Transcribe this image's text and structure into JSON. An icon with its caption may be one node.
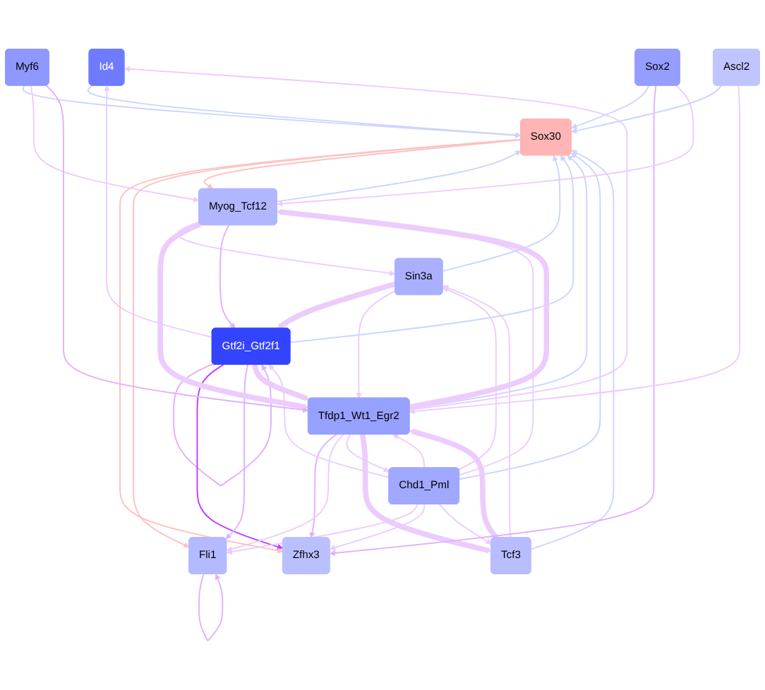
{
  "diagram": {
    "nodes": [
      {
        "text": [
          "Id4"
        ]
      },
      {
        "text": [
          "Gtf2i_Gtf2f1"
        ]
      },
      {
        "text": [
          "Tfdp1_Wt1_Egr2"
        ]
      },
      {
        "text": [
          "Zfhx3"
        ]
      },
      {
        "text": [
          "Chd1_Pml"
        ]
      },
      {
        "text": [
          "Fli1"
        ]
      },
      {
        "text": [
          "Sox30"
        ]
      },
      {
        "text": [
          "Sin3a"
        ]
      },
      {
        "text": [
          "Ascl2"
        ]
      },
      {
        "text": [
          "Myog_Tcf12"
        ]
      },
      {
        "text": [
          "Sox2"
        ]
      },
      {
        "text": [
          "Tcf3"
        ]
      },
      {
        "text": [
          "Myf6"
        ]
      }
    ],
    "edges": [
      {
        "from": 1,
        "to": 0,
        "arrow": "to"
      },
      {
        "from": 1,
        "to": 1,
        "arrow": "to",
        "color": "#e0b0ff"
      },
      {
        "from": 1,
        "to": 3,
        "arrow": "to",
        "color": "#c43cff"
      },
      {
        "from": 1,
        "to": 5,
        "arrow": "to",
        "color": "#e0b0ff"
      },
      {
        "from": 1,
        "to": 6,
        "arrow": "to",
        "color": "#ccd4ff"
      },
      {
        "from": 1,
        "to": 2,
        "arrow": "to",
        "style": "thick"
      },
      {
        "from": 2,
        "to": 0,
        "arrow": "to"
      },
      {
        "from": 2,
        "to": 3,
        "arrow": "to",
        "color": "#e0b0ff"
      },
      {
        "from": 2,
        "to": 5,
        "arrow": "to"
      },
      {
        "from": 2,
        "to": 6,
        "arrow": "to",
        "color": "#ccd4ff"
      },
      {
        "from": 2,
        "to": 4,
        "arrow": "to"
      },
      {
        "from": 2,
        "to": 9,
        "arrow": "to",
        "style": "thick"
      },
      {
        "from": 2,
        "to": 11,
        "arrow": "to",
        "style": "thick"
      },
      {
        "from": 0,
        "to": 6,
        "arrow": "to",
        "color": "#ccd4ff"
      },
      {
        "from": 4,
        "to": 6,
        "arrow": "to",
        "color": "#ccd4ff"
      },
      {
        "from": 4,
        "to": 5,
        "arrow": "to"
      },
      {
        "from": 4,
        "to": 3,
        "arrow": "to"
      },
      {
        "from": 4,
        "to": 2,
        "arrow": "to"
      },
      {
        "from": 4,
        "to": 1,
        "arrow": "to"
      },
      {
        "from": 4,
        "to": 7,
        "arrow": "to"
      },
      {
        "from": 4,
        "to": 9,
        "arrow": "to"
      },
      {
        "from": 4,
        "to": 11,
        "arrow": "to"
      },
      {
        "from": 7,
        "to": 6,
        "arrow": "to",
        "color": "#ccd4ff"
      },
      {
        "from": 7,
        "to": 1,
        "arrow": "to",
        "style": "thick"
      },
      {
        "from": 7,
        "to": 2,
        "arrow": "to"
      },
      {
        "from": 6,
        "to": 3,
        "arrow": "to",
        "color": "#ffc0c0"
      },
      {
        "from": 6,
        "to": 5,
        "arrow": "to",
        "color": "#ffc0c0"
      },
      {
        "from": 6,
        "to": 9,
        "arrow": "to",
        "color": "#ffc0c0"
      },
      {
        "from": 9,
        "to": 6,
        "arrow": "to",
        "color": "#ccd4ff"
      },
      {
        "from": 9,
        "to": 7,
        "arrow": "to"
      },
      {
        "from": 9,
        "to": 2,
        "arrow": "to",
        "style": "thick"
      },
      {
        "from": 9,
        "to": 1,
        "arrow": "to",
        "color": "#e0b0ff"
      },
      {
        "from": 11,
        "to": 6,
        "arrow": "to",
        "color": "#ccd4ff"
      },
      {
        "from": 11,
        "to": 2,
        "arrow": "to",
        "style": "thick"
      },
      {
        "from": 11,
        "to": 7,
        "arrow": "to"
      },
      {
        "from": 12,
        "to": 6,
        "arrow": "to",
        "color": "#ccd4ff"
      },
      {
        "from": 12,
        "to": 9,
        "arrow": "to"
      },
      {
        "from": 12,
        "to": 2,
        "arrow": "to",
        "color": "#e0b0ff"
      },
      {
        "from": 10,
        "to": 6,
        "arrow": "to",
        "color": "#ccd4ff"
      },
      {
        "from": 10,
        "to": 3,
        "arrow": "to",
        "color": "#e0b0ff"
      },
      {
        "from": 10,
        "to": 9,
        "arrow": "to"
      },
      {
        "from": 8,
        "to": 6,
        "arrow": "to",
        "color": "#ccd4ff"
      },
      {
        "from": 8,
        "to": 2,
        "arrow": "to"
      },
      {
        "from": 5,
        "to": 5,
        "arrow": "to",
        "color": "#e0b0ff"
      }
    ]
  }
}
